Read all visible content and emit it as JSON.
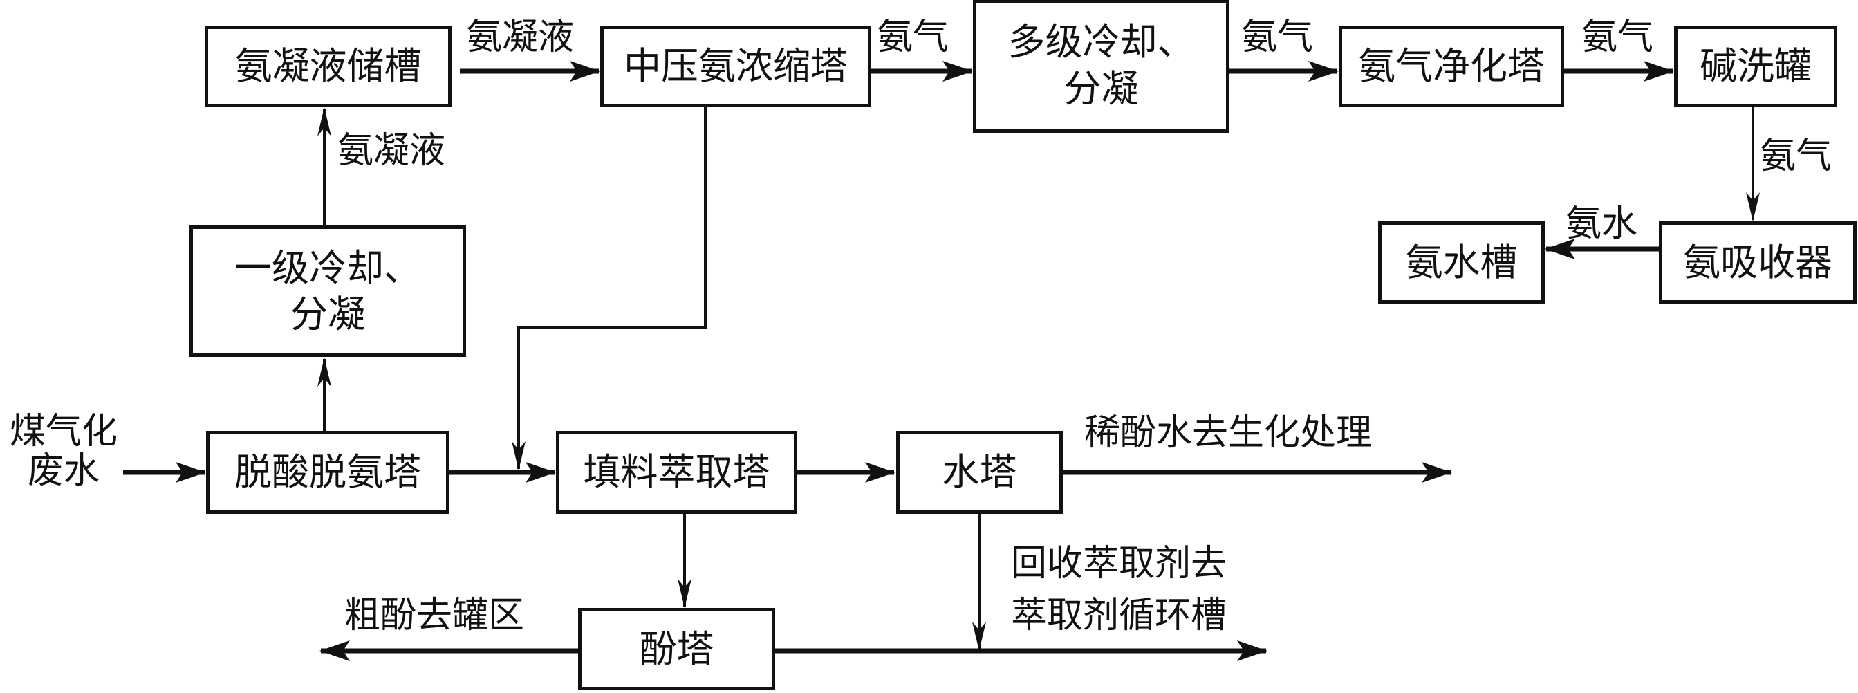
{
  "diagram": {
    "nodes": {
      "condensate_tank": "氨凝液储槽",
      "mp_concentrator": "中压氨浓缩塔",
      "multi_cooling": "多级冷却、\n分凝",
      "ammonia_purifier": "氨气净化塔",
      "alkali_wash": "碱洗罐",
      "ammonia_absorber": "氨吸收器",
      "ammonia_water_tank": "氨水槽",
      "primary_cooling": "一级冷却、\n分凝",
      "deacid_deammonia": "脱酸脱氨塔",
      "packed_extraction": "填料萃取塔",
      "water_tower": "水塔",
      "phenol_tower": "酚塔"
    },
    "labels": {
      "input_feed": "煤气化\n废水",
      "condensate_to_concentrator": "氨凝液",
      "condensate_up": "氨凝液",
      "gas_to_multi": "氨气",
      "gas_to_purifier": "氨气",
      "gas_to_alkali": "氨气",
      "gas_down": "氨气",
      "ammonia_water": "氨水",
      "dilute_phenol_out": "稀酚水去生化处理",
      "recovered_solvent": "回收萃取剂去\n萃取剂循环槽",
      "crude_phenol_out": "粗酚去罐区"
    }
  }
}
